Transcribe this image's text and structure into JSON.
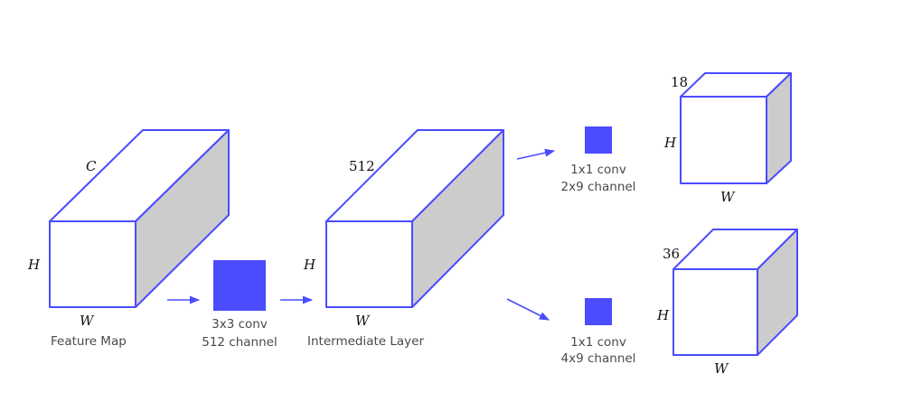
{
  "colors": {
    "accent": "#4B4BFF",
    "side_face": "#CCCCCC",
    "edge": "#4B4BFF"
  },
  "feature_map": {
    "depth_label": "C",
    "height_label": "H",
    "width_label": "W",
    "caption": "Feature Map"
  },
  "conv3x3": {
    "line1": "3x3 conv",
    "line2": "512 channel"
  },
  "intermediate": {
    "depth_label": "512",
    "height_label": "H",
    "width_label": "W",
    "caption": "Intermediate Layer"
  },
  "cls_conv": {
    "line1": "1x1 conv",
    "line2": "2x9 channel"
  },
  "reg_conv": {
    "line1": "1x1 conv",
    "line2": "4x9 channel"
  },
  "cls_output": {
    "depth_label": "18",
    "height_label": "H",
    "width_label": "W"
  },
  "reg_output": {
    "depth_label": "36",
    "height_label": "H",
    "width_label": "W"
  }
}
